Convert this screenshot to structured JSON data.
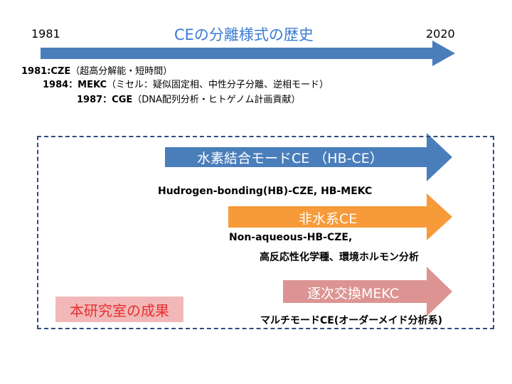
{
  "timeline": {
    "start_year": "1981",
    "end_year": "2020",
    "title": "CEの分離様式の歴史",
    "arrow_color": "#4a7ebb"
  },
  "history": [
    {
      "label": "1981:CZE",
      "note": "（超高分解能・短時間）"
    },
    {
      "label": "1984：MEKC",
      "note": "（ミセル：疑似固定相、中性分子分離、逆相モード）"
    },
    {
      "label": "1987：CGE",
      "note": "（DNA配列分析・ヒトゲノム計画貢献）"
    }
  ],
  "research": {
    "items": [
      {
        "arrow_label": "水素結合モードCE （HB-CE）",
        "color": "#4a7ebb",
        "description": [
          "Hudrogen-bonding(HB)-CZE, HB-MEKC"
        ]
      },
      {
        "arrow_label": "非水系CE",
        "color": "#f79a3a",
        "description": [
          "Non-aqueous-HB-CZE,",
          "高反応性化学種、環境ホルモン分析"
        ]
      },
      {
        "arrow_label": "逐次交換MEKC",
        "color": "#dc9492",
        "description": [
          "マルチモードCE(オーダーメイド分析系)"
        ]
      }
    ],
    "lab_label": "本研究室の成果"
  }
}
